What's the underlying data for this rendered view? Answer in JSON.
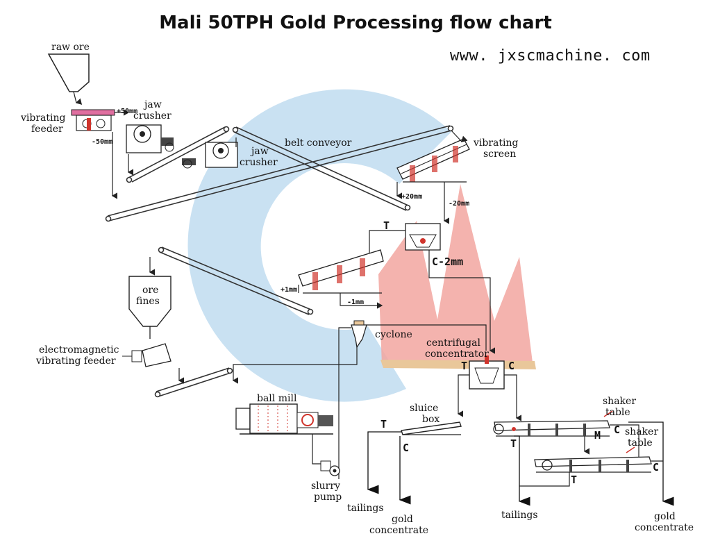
{
  "title": "Mali 50TPH Gold Processing flow chart",
  "website": "www. jxscmachine. com",
  "labels": {
    "raw_ore": "raw ore",
    "vibrating_feeder_1": "vibrating",
    "vibrating_feeder_2": "feeder",
    "jaw_crusher_a1": "jaw",
    "jaw_crusher_a2": "crusher",
    "jaw_crusher_b1": "jaw",
    "jaw_crusher_b2": "crusher",
    "belt_conveyor": "belt conveyor",
    "vibrating_screen_1": "vibrating",
    "vibrating_screen_2": "screen",
    "ore_fines_1": "ore",
    "ore_fines_2": "fines",
    "em_feeder_1": "electromagnetic",
    "em_feeder_2": "vibrating feeder",
    "cyclone": "cyclone",
    "centrifugal_1": "centrifugal",
    "centrifugal_2": "concentrator",
    "ball_mill": "ball mill",
    "sluice_box_1": "sluice",
    "sluice_box_2": "box",
    "slurry_pump_1": "slurry",
    "slurry_pump_2": "pump",
    "shaker_table_a1": "shaker",
    "shaker_table_a2": "table",
    "shaker_table_b1": "shaker",
    "shaker_table_b2": "table",
    "tailings_left": "tailings",
    "gold_conc_left_1": "gold",
    "gold_conc_left_2": "concentrate",
    "tailings_right": "tailings",
    "gold_conc_right_1": "gold",
    "gold_conc_right_2": "concentrate"
  },
  "sizes": {
    "plus50": "+50mm",
    "minus50": "-50mm",
    "plus20": "+20mm",
    "minus20": "-20mm",
    "c_2mm": "C-2mm",
    "plus1": "+1mm",
    "minus1": "-1mm"
  },
  "flow_codes": {
    "t": "T",
    "c": "C",
    "m": "M"
  },
  "colors": {
    "logo_blue": "#bcd9ef",
    "logo_red": "#f2a6a0",
    "logo_tan": "#e9c79a",
    "line": "#222222",
    "accent_red": "#d0342c",
    "accent_pink": "#e06fa0"
  }
}
